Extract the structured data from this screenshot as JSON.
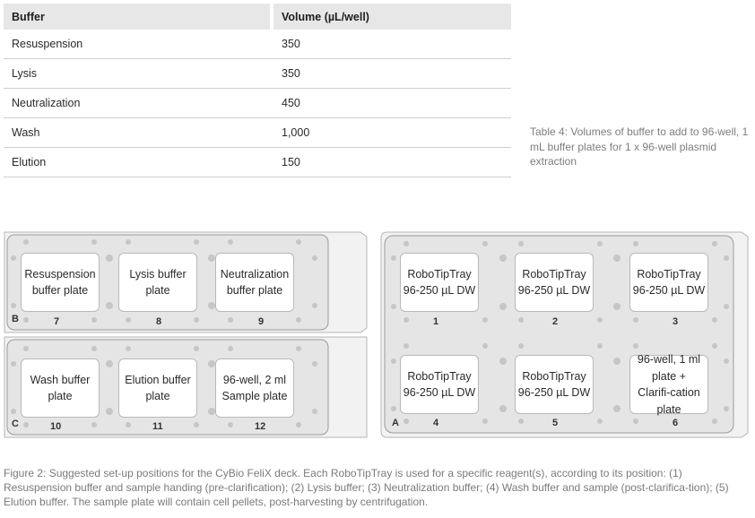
{
  "table": {
    "headers": [
      "Buffer",
      "Volume (µL/well)"
    ],
    "rows": [
      [
        "Resuspension",
        "350"
      ],
      [
        "Lysis",
        "350"
      ],
      [
        "Neutralization",
        "450"
      ],
      [
        "Wash",
        "1,000"
      ],
      [
        "Elution",
        "150"
      ]
    ]
  },
  "table_caption": "Table 4: Volumes of buffer to add to 96-well, 1 mL buffer plates for 1 x 96-well plasmid extraction",
  "deck": {
    "section_b": {
      "letter": "B",
      "slots": [
        {
          "number": "7",
          "label": "Resuspension buffer plate"
        },
        {
          "number": "8",
          "label": "Lysis buffer plate"
        },
        {
          "number": "9",
          "label": "Neutralization buffer plate"
        }
      ]
    },
    "section_c": {
      "letter": "C",
      "slots": [
        {
          "number": "10",
          "label": "Wash buffer plate"
        },
        {
          "number": "11",
          "label": "Elution buffer plate"
        },
        {
          "number": "12",
          "label": "96-well, 2 ml Sample plate"
        }
      ]
    },
    "section_a": {
      "letter": "A",
      "slots": [
        {
          "number": "1",
          "label": "RoboTipTray 96-250 µL DW"
        },
        {
          "number": "2",
          "label": "RoboTipTray 96-250 µL DW"
        },
        {
          "number": "3",
          "label": "RoboTipTray 96-250 µL DW"
        },
        {
          "number": "4",
          "label": "RoboTipTray 96-250 µL DW"
        },
        {
          "number": "5",
          "label": "RoboTipTray 96-250 µL DW"
        },
        {
          "number": "6",
          "label": "96-well, 1 ml plate + Clarifi-cation plate"
        }
      ]
    }
  },
  "figure_caption": "Figure 2: Suggested set-up positions for the CyBio FeliX deck. Each RoboTipTray is used for a specific reagent(s), according to its position: (1) Resuspension buffer and sample handing (pre-clarification); (2) Lysis buffer; (3) Neutralization buffer; (4) Wash buffer and sample (post-clarifica-tion); (5) Elution buffer. The sample plate will contain cell pellets, post-harvesting by centrifugation.",
  "colors": {
    "deck_fill": "#e5e5e5",
    "deck_stroke": "#9a9a9a",
    "dot": "#c6c6c6",
    "header_fill": "#e7e7e7",
    "caption_text": "#7d7d7d"
  }
}
